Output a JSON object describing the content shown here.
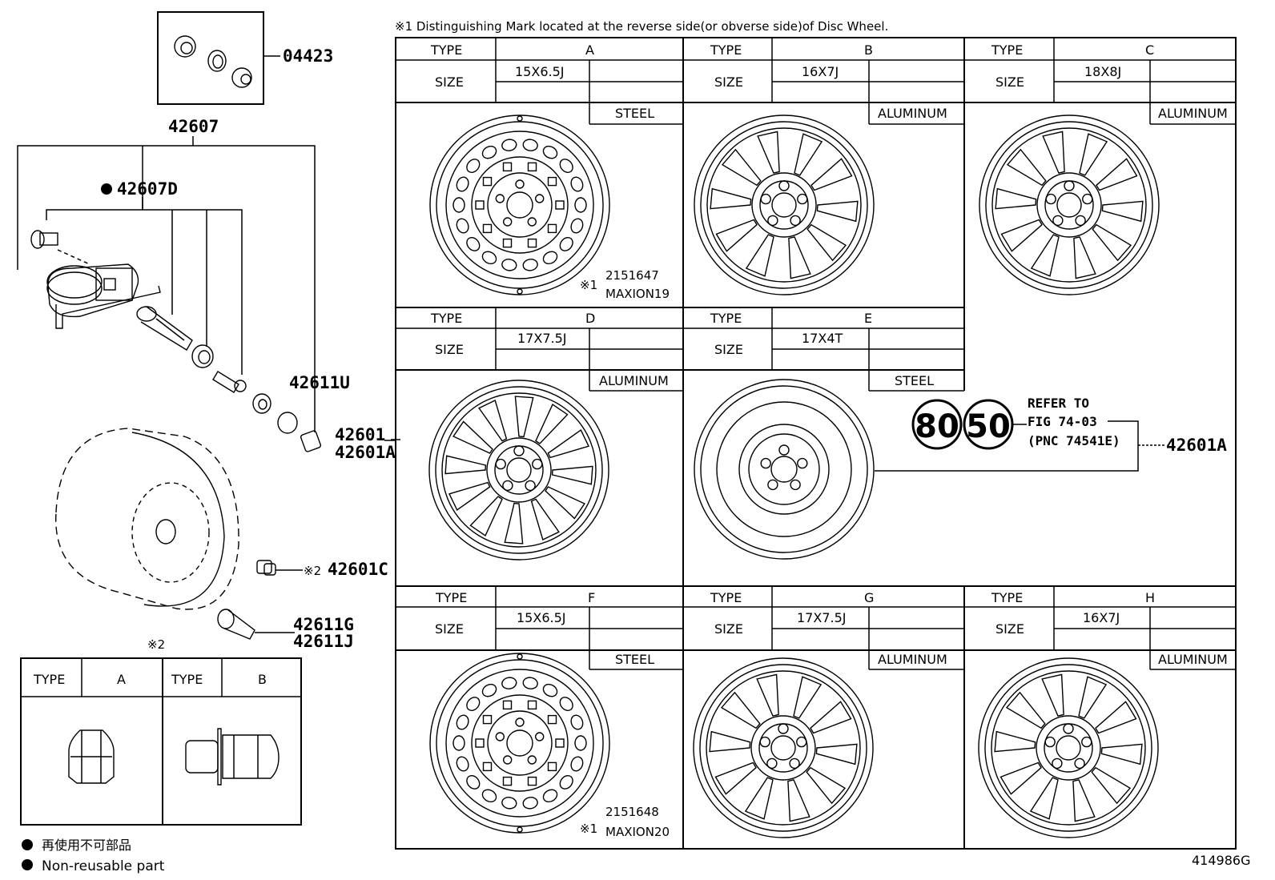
{
  "note_top": "※1 Distinguishing Mark located at the reverse side(or obverse side)of Disc Wheel.",
  "labels": {
    "type": "TYPE",
    "size": "SIZE"
  },
  "wheels": [
    {
      "type": "A",
      "size": "15X6.5J",
      "material": "STEEL",
      "mark_symbol": "※1",
      "mark_code": "2151647",
      "mark_text": "MAXION19"
    },
    {
      "type": "B",
      "size": "16X7J",
      "material": "ALUMINUM"
    },
    {
      "type": "C",
      "size": "18X8J",
      "material": "ALUMINUM"
    },
    {
      "type": "D",
      "size": "17X7.5J",
      "material": "ALUMINUM"
    },
    {
      "type": "E",
      "size": "17X4T",
      "material": "STEEL"
    },
    {
      "type": "F",
      "size": "15X6.5J",
      "material": "STEEL",
      "mark_symbol": "※1",
      "mark_code": "2151648",
      "mark_text": "MAXION20"
    },
    {
      "type": "G",
      "size": "17X7.5J",
      "material": "ALUMINUM"
    },
    {
      "type": "H",
      "size": "16X7J",
      "material": "ALUMINUM"
    }
  ],
  "parts": {
    "p04423": "04423",
    "p42607": "42607",
    "p42607d": "42607D",
    "p42611u": "42611U",
    "p42601": "42601",
    "p42601a": "42601A",
    "p42601c_prefix": "※2",
    "p42601c": "42601C",
    "p42611g": "42611G",
    "p42611j": "42611J",
    "p42601a_right": "42601A"
  },
  "refer": {
    "circle1": "80",
    "circle2": "50",
    "line1": "REFER TO",
    "line2": "FIG 74-03",
    "line3": "(PNC 74541E)"
  },
  "nut_table": {
    "title": "※2",
    "type_label": "TYPE",
    "a": "A",
    "b": "B"
  },
  "legend": {
    "jp": "再使用不可部品",
    "en": "Non-reusable part"
  },
  "figure_id": "414986G"
}
